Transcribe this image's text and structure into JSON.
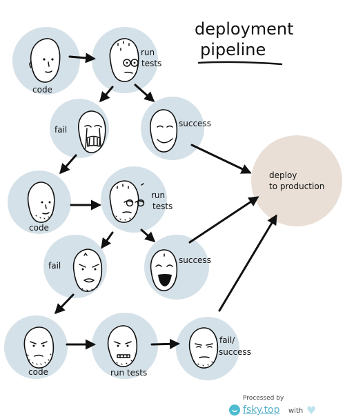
{
  "title": {
    "line1": "deployment",
    "line2": "pipeline"
  },
  "colors": {
    "node_circle": "#d5e1e8",
    "target_circle": "#eadfd6",
    "ink": "#111111",
    "brand": "#55b0c8",
    "heart": "#bfe3ec"
  },
  "nodes": {
    "code_1": "code",
    "run_tests_1": {
      "line1": "run",
      "line2": "tests"
    },
    "fail_1": "fail",
    "success_1": "success",
    "code_2": "code",
    "run_tests_2": {
      "line1": "run",
      "line2": "tests"
    },
    "fail_2": "fail",
    "success_2": "success",
    "code_3": "code",
    "run_tests_3": "run tests",
    "fail_success": {
      "line1": "fail/",
      "line2": "success"
    },
    "deploy": {
      "line1": "deploy",
      "line2": "to production"
    }
  },
  "footer": {
    "processed": "Processed by",
    "brand": "fsky.top",
    "with": "with",
    "heart_icon": "heart-icon",
    "logo_icon": "face-logo-icon"
  }
}
